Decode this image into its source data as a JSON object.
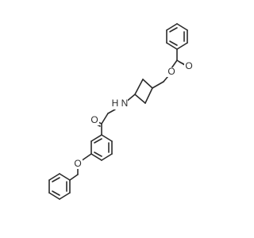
{
  "molecule": {
    "atoms": {
      "carbonyl_o_top": "O",
      "ester_o": "O",
      "amine": "H N",
      "ketone_o": "O",
      "ether_o": "O"
    },
    "colors": {
      "bond": "#2b2b2b",
      "label": "#2b2b2b",
      "background": "#ffffff"
    }
  }
}
